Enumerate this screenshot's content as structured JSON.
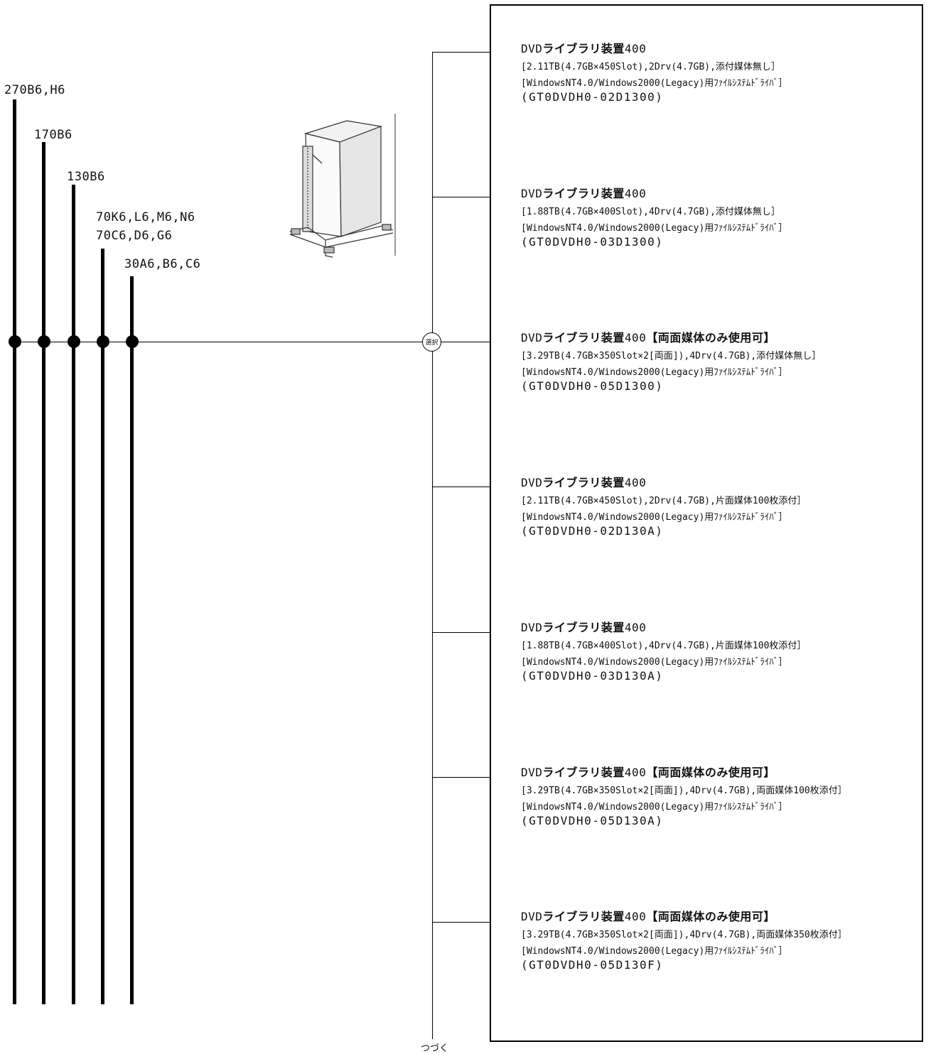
{
  "models": [
    {
      "label": "270B6,H6"
    },
    {
      "label": "170B6"
    },
    {
      "label": "130B6"
    },
    {
      "label": "70K6,L6,M6,N6"
    },
    {
      "label": "70C6,D6,G6"
    },
    {
      "label": "30A6,B6,C6"
    }
  ],
  "selector": {
    "label": "選択"
  },
  "continue_label": "つづく",
  "device_icon": "dvd-library-cabinet",
  "options": [
    {
      "prefix": "DVD",
      "name": "ライブラリ装置",
      "capacity": "400",
      "note": "",
      "spec": "[2.11TB(4.7GB×450Slot),2Drv(4.7GB),添付媒体無し］",
      "driver": "[WindowsNT4.0/Windows2000(Legacy)用ﾌｧｲﾙｼｽﾃﾑﾄﾞﾗｲﾊﾞ］",
      "code": "(GT0DVDH0-02D1300)"
    },
    {
      "prefix": "DVD",
      "name": "ライブラリ装置",
      "capacity": "400",
      "note": "",
      "spec": "[1.88TB(4.7GB×400Slot),4Drv(4.7GB),添付媒体無し］",
      "driver": "[WindowsNT4.0/Windows2000(Legacy)用ﾌｧｲﾙｼｽﾃﾑﾄﾞﾗｲﾊﾞ］",
      "code": "(GT0DVDH0-03D1300)"
    },
    {
      "prefix": "DVD",
      "name": "ライブラリ装置",
      "capacity": "400",
      "note": "【両面媒体のみ使用可】",
      "spec": "[3.29TB(4.7GB×350Slot×2[両面]),4Drv(4.7GB),添付媒体無し］",
      "driver": "[WindowsNT4.0/Windows2000(Legacy)用ﾌｧｲﾙｼｽﾃﾑﾄﾞﾗｲﾊﾞ］",
      "code": "(GT0DVDH0-05D1300)"
    },
    {
      "prefix": "DVD",
      "name": "ライブラリ装置",
      "capacity": "400",
      "note": "",
      "spec": "[2.11TB(4.7GB×450Slot),2Drv(4.7GB),片面媒体100枚添付］",
      "driver": "[WindowsNT4.0/Windows2000(Legacy)用ﾌｧｲﾙｼｽﾃﾑﾄﾞﾗｲﾊﾞ］",
      "code": "(GT0DVDH0-02D130A)"
    },
    {
      "prefix": "DVD",
      "name": "ライブラリ装置",
      "capacity": "400",
      "note": "",
      "spec": "[1.88TB(4.7GB×400Slot),4Drv(4.7GB),片面媒体100枚添付］",
      "driver": "[WindowsNT4.0/Windows2000(Legacy)用ﾌｧｲﾙｼｽﾃﾑﾄﾞﾗｲﾊﾞ］",
      "code": "(GT0DVDH0-03D130A)"
    },
    {
      "prefix": "DVD",
      "name": "ライブラリ装置",
      "capacity": "400",
      "note": "【両面媒体のみ使用可】",
      "spec": "[3.29TB(4.7GB×350Slot×2[両面]),4Drv(4.7GB),両面媒体100枚添付］",
      "driver": "[WindowsNT4.0/Windows2000(Legacy)用ﾌｧｲﾙｼｽﾃﾑﾄﾞﾗｲﾊﾞ］",
      "code": "(GT0DVDH0-05D130A)"
    },
    {
      "prefix": "DVD",
      "name": "ライブラリ装置",
      "capacity": "400",
      "note": "【両面媒体のみ使用可】",
      "spec": "[3.29TB(4.7GB×350Slot×2[両面]),4Drv(4.7GB),両面媒体350枚添付］",
      "driver": "[WindowsNT4.0/Windows2000(Legacy)用ﾌｧｲﾙｼｽﾃﾑﾄﾞﾗｲﾊﾞ］",
      "code": "(GT0DVDH0-05D130F)"
    }
  ]
}
